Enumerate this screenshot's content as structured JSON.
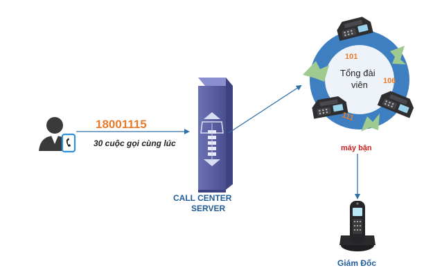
{
  "caller": {
    "icon": "caller-with-mobile-icon",
    "hotline_number": "18001115",
    "concurrent_calls": "30 cuộc gọi cùng lúc"
  },
  "server": {
    "icon": "server-tower-icon",
    "label_line1": "CALL CENTER",
    "label_line2": "SERVER"
  },
  "agent_ring": {
    "title_line1": "Tổng đài",
    "title_line2": "viên",
    "extensions": [
      "101",
      "106",
      "111"
    ],
    "status_label": "máy bận",
    "phone_icon": "desk-phone-icon"
  },
  "director": {
    "icon": "cordless-phone-icon",
    "label": "Giám Đốc"
  },
  "colors": {
    "number_orange": "#E87A2A",
    "label_blue": "#1F5C99",
    "busy_red": "#CC1F1F",
    "ring_blue": "#3E7FC1",
    "ring_inner": "#EEF3FA",
    "cycle_arrow_green": "#9FCB90",
    "server_purple": "#5A5FA0",
    "connector_blue": "#2F6FA8"
  }
}
